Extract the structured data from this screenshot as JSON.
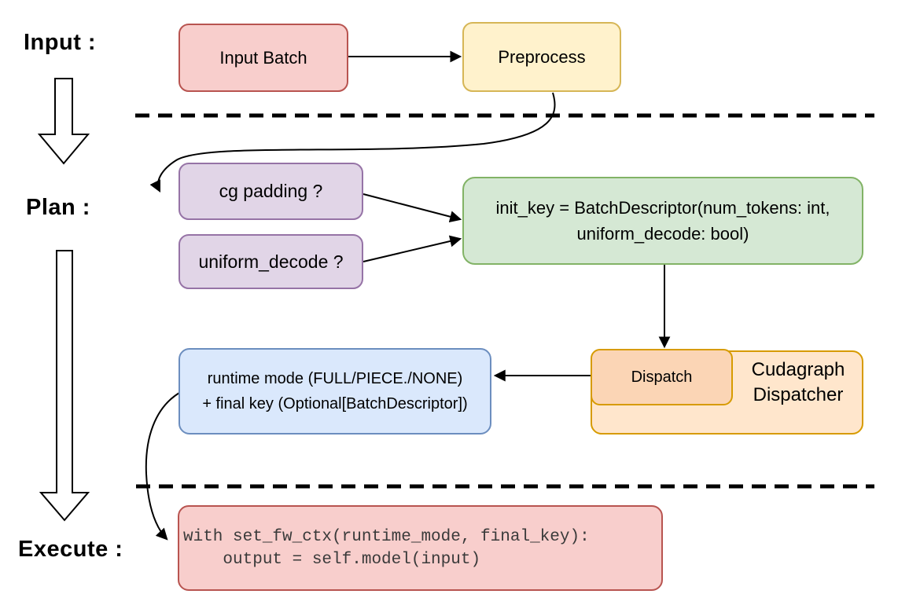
{
  "diagram": {
    "title_hint": "Cudagraph dispatch flow",
    "stages": {
      "input_label": "Input :",
      "plan_label": "Plan :",
      "execute_label": "Execute :"
    },
    "nodes": {
      "input_batch": {
        "label": "Input Batch",
        "fill": "#f8cecc",
        "stroke": "#b85450"
      },
      "preprocess": {
        "label": "Preprocess",
        "fill": "#fff2cc",
        "stroke": "#d6b656"
      },
      "cg_padding": {
        "label": "cg padding ?",
        "fill": "#e1d5e7",
        "stroke": "#9673a6"
      },
      "uniform_decode": {
        "label": "uniform_decode ?",
        "fill": "#e1d5e7",
        "stroke": "#9673a6"
      },
      "init_key": {
        "lines": [
          "init_key = BatchDescriptor(num_tokens: int,",
          "uniform_decode: bool)"
        ],
        "fill": "#d5e8d4",
        "stroke": "#82b366"
      },
      "dispatch": {
        "label": "Dispatch",
        "fill": "#fbd5b5",
        "stroke": "#d79b00"
      },
      "cudagraph_dispatcher": {
        "lines": [
          "Cudagraph",
          "Dispatcher"
        ],
        "fill": "#ffe6cc",
        "stroke": "#d79b00"
      },
      "runtime_mode": {
        "lines": [
          "runtime mode (FULL/PIECE./NONE)",
          "+ final key (Optional[BatchDescriptor])"
        ],
        "fill": "#dae8fc",
        "stroke": "#6c8ebf"
      },
      "execute_code": {
        "lines": [
          "with set_fw_ctx(runtime_mode, final_key):",
          "    output = self.model(input)"
        ],
        "fill": "#f8cecc",
        "stroke": "#b85450"
      }
    },
    "connectors": {
      "input_batch_to_preprocess": "arrow",
      "preprocess_to_cg_padding": "curved arrow",
      "cg_padding_to_init_key": "arrow",
      "uniform_decode_to_init_key": "arrow",
      "init_key_to_dispatch": "arrow",
      "dispatch_to_runtime_mode": "arrow",
      "runtime_mode_to_execute_code": "curved arrow",
      "input_to_plan": "hollow block arrow",
      "plan_to_execute": "hollow block arrow"
    },
    "separators": [
      "dashed line between Input and Plan",
      "dashed line between Plan and Execute"
    ]
  }
}
